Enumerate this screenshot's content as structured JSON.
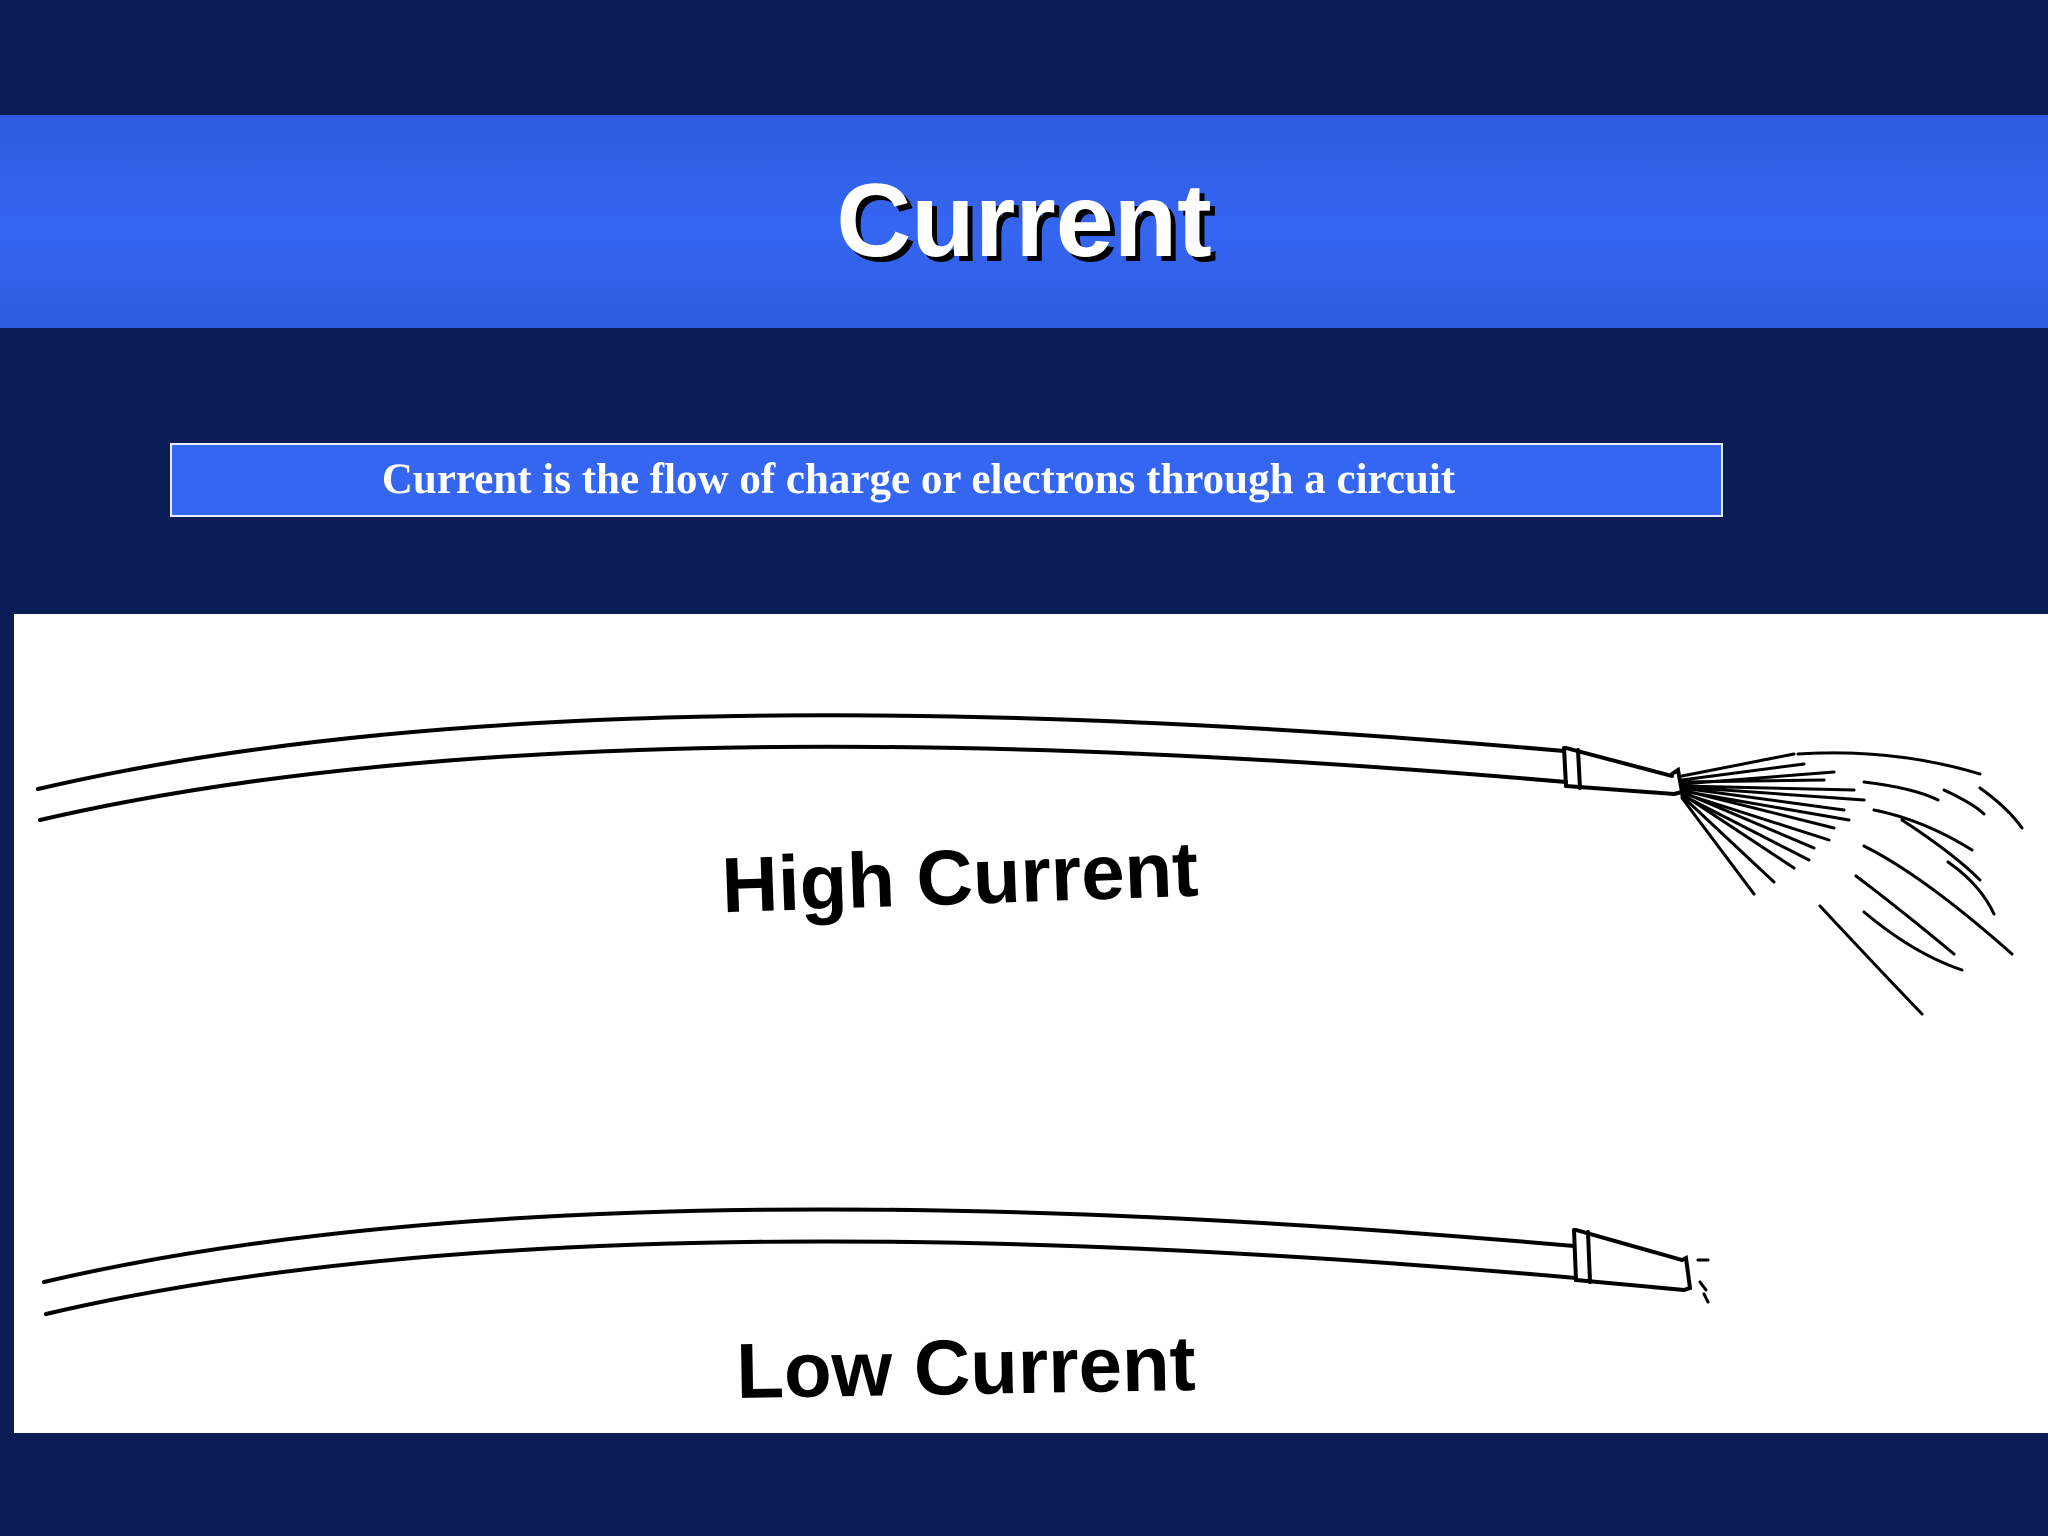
{
  "slide": {
    "title": "Current",
    "definition": "Current is the flow of charge or electrons through a circuit"
  },
  "illustration": {
    "high_label": "High Current",
    "low_label": "Low Current"
  },
  "colors": {
    "background": "#0b1d57",
    "title_band": "#3566f2",
    "illustration_background": "#ffffff",
    "ink": "#000000"
  }
}
